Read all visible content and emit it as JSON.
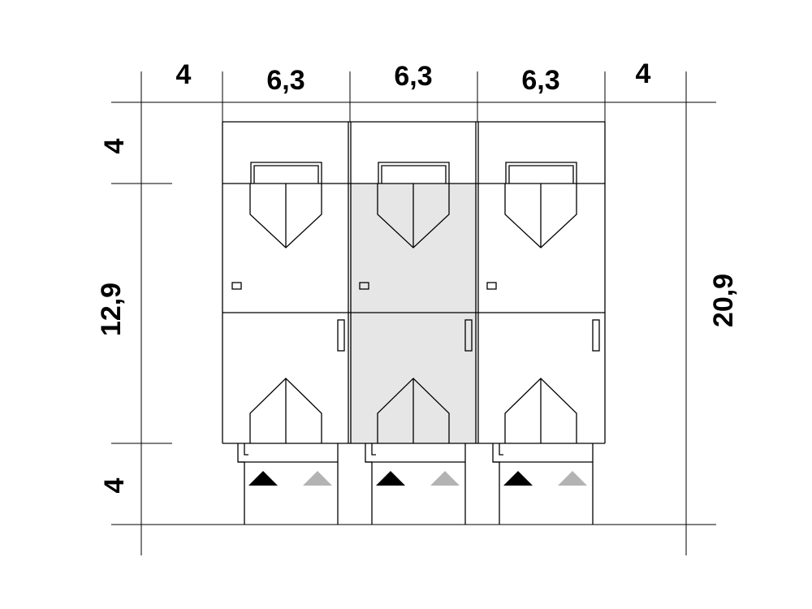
{
  "dimensions": {
    "top": {
      "left_setback": "4",
      "unit_1_width": "6,3",
      "unit_2_width": "6,3",
      "unit_3_width": "6,3",
      "right_setback": "4"
    },
    "left": {
      "top_depth": "4",
      "building_depth": "12,9",
      "bottom_depth": "4"
    },
    "right": {
      "total_depth": "20,9"
    }
  },
  "colors": {
    "line": "#000000",
    "highlight_fill": "#e6e6e6",
    "arrow_dark": "#000000",
    "arrow_light": "#b3b3b3",
    "background": "#ffffff"
  },
  "units": [
    {
      "id": "unit-1",
      "highlighted": false
    },
    {
      "id": "unit-2",
      "highlighted": true
    },
    {
      "id": "unit-3",
      "highlighted": false
    }
  ]
}
